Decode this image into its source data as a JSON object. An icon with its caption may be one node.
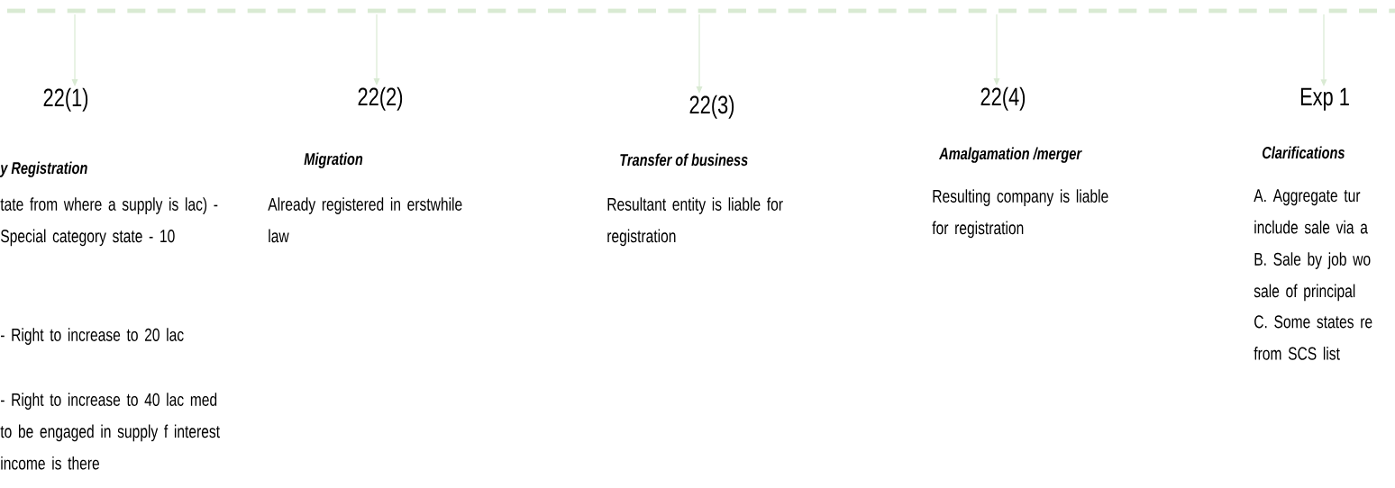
{
  "diagram": {
    "nodes": [
      {
        "text": [
          "22(1)",
          "y Registration",
          "tate from where a supply is lac) - Special category state - 10",
          "- Right to increase to 20 lac",
          "- Right to increase to 40 lac med to be engaged in supply f interest income is there"
        ]
      },
      {
        "text": [
          "22(2)",
          "Migration",
          "Already registered in erstwhile law"
        ]
      },
      {
        "text": [
          "22(3)",
          "Transfer of business",
          "Resultant entity is liable for registration"
        ]
      },
      {
        "text": [
          "22(4)",
          "Amalgamation /merger",
          "Resulting company is liable for registration"
        ]
      },
      {
        "text": [
          "Exp 1",
          "Clarifications",
          "A. Aggregate tur include sale via a",
          "B. Sale by job wo sale of principal",
          "C. Some states re from SCS list"
        ]
      }
    ],
    "edges": [
      {
        "from": null,
        "to": 0,
        "arrow": "to"
      },
      {
        "from": null,
        "to": 1,
        "arrow": "to"
      },
      {
        "from": null,
        "to": 2,
        "arrow": "to"
      },
      {
        "from": null,
        "to": 3,
        "arrow": "to"
      },
      {
        "from": null,
        "to": 4,
        "arrow": "to"
      }
    ]
  }
}
